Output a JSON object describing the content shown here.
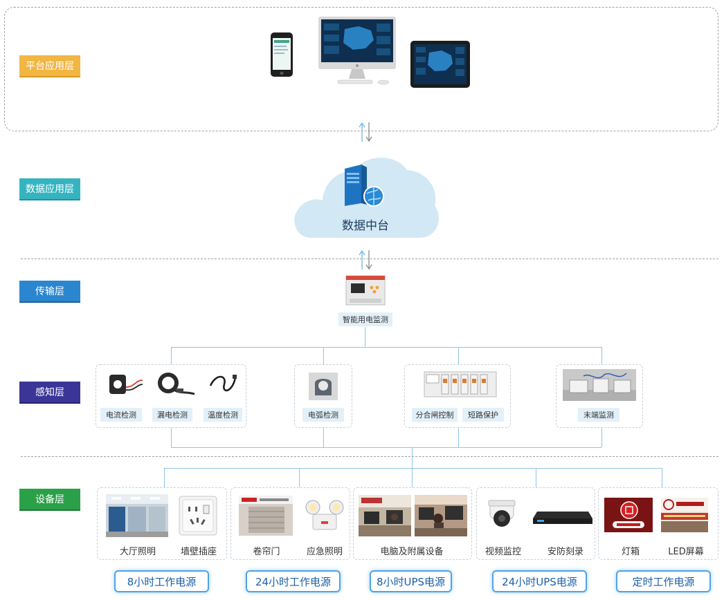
{
  "layers": {
    "platform": {
      "label": "平台应用层",
      "color": "#f2b642"
    },
    "data": {
      "label": "数据应用层",
      "color": "#35b4c0"
    },
    "transport": {
      "label": "传输层",
      "color": "#2a86cf"
    },
    "sensing": {
      "label": "感知层",
      "color": "#3b3597"
    },
    "device": {
      "label": "设备层",
      "color": "#2aa148"
    }
  },
  "cloud": {
    "label": "数据中台"
  },
  "transport_device": {
    "label": "智能用电监测"
  },
  "sensing": {
    "current": "电流检测",
    "leakage": "漏电检测",
    "temperature": "温度检测",
    "arc": "电弧检测",
    "switch_control": "分合闸控制",
    "short_circuit": "短路保护",
    "terminal": "末端监测"
  },
  "devices": {
    "hall_lighting": "大厅照明",
    "wall_socket": "墙壁插座",
    "shutter_door": "卷帘门",
    "emergency_light": "应急照明",
    "computers": "电脑及附属设备",
    "video_monitor": "视频监控",
    "security_recorder": "安防刻录",
    "light_box": "灯箱",
    "led_screen": "LED屏幕"
  },
  "power_modes": {
    "m1": "8小时工作电源",
    "m2": "24小时工作电源",
    "m3": "8小时UPS电源",
    "m4": "24小时UPS电源",
    "m5": "定时工作电源"
  }
}
